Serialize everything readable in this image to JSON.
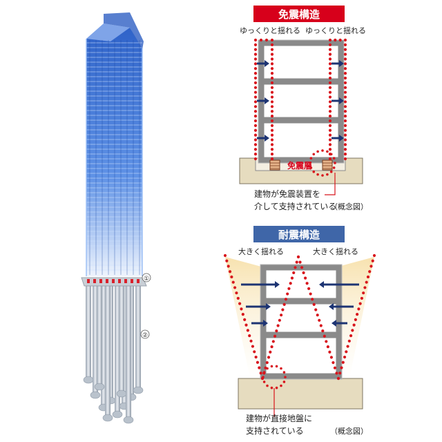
{
  "isolation": {
    "title": "免震構造",
    "label_left": "ゆっくりと揺れる",
    "label_right": "ゆっくりと揺れる",
    "layer_label": "免震層",
    "caption_line1": "建物が免震装置を",
    "caption_line2": "介して支持されている",
    "note": "（概念図）"
  },
  "resistant": {
    "title": "耐震構造",
    "label_left": "大きく揺れる",
    "label_right": "大きく揺れる",
    "caption_line1": "建物が直接地盤に",
    "caption_line2": "支持されている",
    "note": "（概念図）"
  },
  "tower": {
    "marker1": "①",
    "marker2": "②"
  },
  "colors": {
    "title_red": "#d7001b",
    "title_blue": "#3f66a8",
    "dot_red": "#d8141c",
    "arrow_navy": "#1d3473",
    "ground": "#e6dcbf",
    "frame": "#8a8a8a",
    "glass_top": "#3f74d6",
    "glass_bottom": "#d7e6fa"
  }
}
